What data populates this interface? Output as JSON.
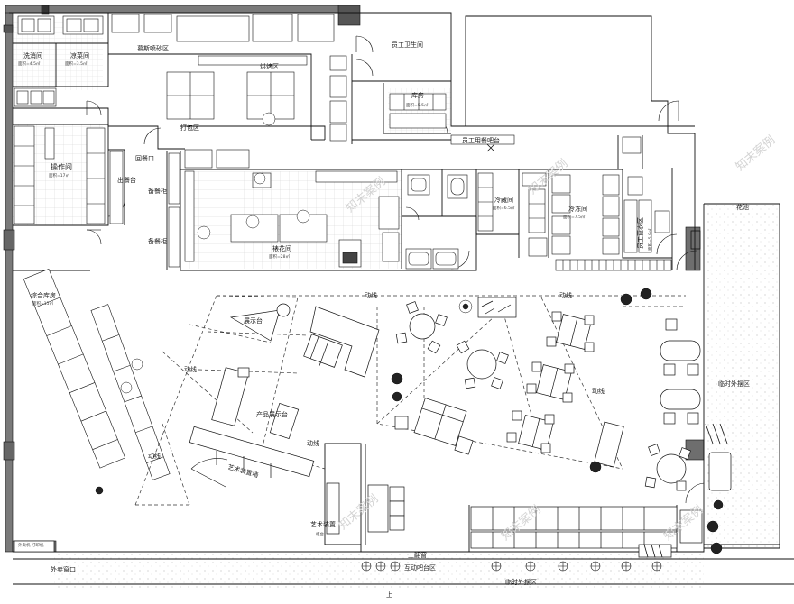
{
  "rooms": {
    "dishwash": "洗消间",
    "dishwash_area": "面积=4.5㎡",
    "cold_dish": "凉菜间",
    "cold_dish_area": "面积=3.5㎡",
    "mousse": "慕斯喷砂区",
    "bake": "烘烤区",
    "staff_wc": "员工卫生间",
    "storage": "库房",
    "storage_area": "面积=5.5㎡",
    "pack": "打包区",
    "operation": "操作间",
    "operation_area": "面积=17㎡",
    "return_window": "回餐口",
    "out_window": "出餐台",
    "prep1": "备餐柜",
    "prep2": "备餐柜",
    "decorating": "裱花间",
    "decorating_area": "面积=28㎡",
    "staff_dining": "员工用餐吧台",
    "cold_storage": "冷藏间",
    "cold_storage_area": "面积=6.5㎡",
    "freezer": "冷冻间",
    "freezer_area": "面积=7.5㎡",
    "staff_locker": "员工更衣区",
    "staff_locker_sub": "面积=5.8㎡",
    "flower_bed": "花池",
    "general_storage": "综合库房",
    "general_storage_area": "面积=15㎡",
    "display_table": "展示台",
    "product_display": "产品展示台",
    "art_wall": "艺术装置墙",
    "art_install": "艺术装置",
    "art_install_sub": "柜台",
    "temp_outdoor_right": "临时外摆区",
    "temp_outdoor_bottom": "临时外摆区",
    "takeaway": "外卖窗口",
    "interactive_bar": "互动吧台区",
    "order_window": "上翻窗",
    "traffic_1": "动线",
    "traffic_2": "动线",
    "traffic_3": "动线",
    "traffic_4": "动线",
    "traffic_5": "动线",
    "traffic_6": "动线",
    "bottom_marker": "上",
    "bottom_sign": "外卖机\n打印机"
  },
  "watermark": "知末案例",
  "colors": {
    "wall": "#7a7a7a",
    "line": "#111111",
    "dash": "#333333",
    "plant": "#222222",
    "grid": "#b8b8b8"
  }
}
